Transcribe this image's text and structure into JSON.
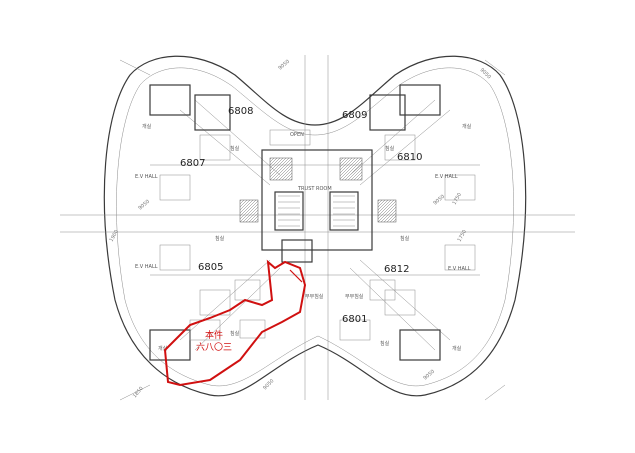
{
  "plan": {
    "units": [
      "6808",
      "6809",
      "6807",
      "6810",
      "6805",
      "6812",
      "6801"
    ],
    "center_label": "OPEN",
    "room_label": "TRUST ROOM",
    "hall_label": "E.V HALL",
    "annotation_line1": "本件",
    "annotation_line2": "六八〇三",
    "dims": [
      "9050",
      "9050",
      "9050",
      "9050",
      "9050",
      "9050",
      "1900",
      "1750",
      "1750",
      "1850"
    ],
    "tags": [
      "개실",
      "개실",
      "개실",
      "개실",
      "부부침실",
      "부부침실",
      "침실",
      "침실",
      "침실",
      "침실",
      "침실",
      "침실"
    ],
    "colors": {
      "outline": "#d01010",
      "line": "#3a3a3a"
    }
  }
}
